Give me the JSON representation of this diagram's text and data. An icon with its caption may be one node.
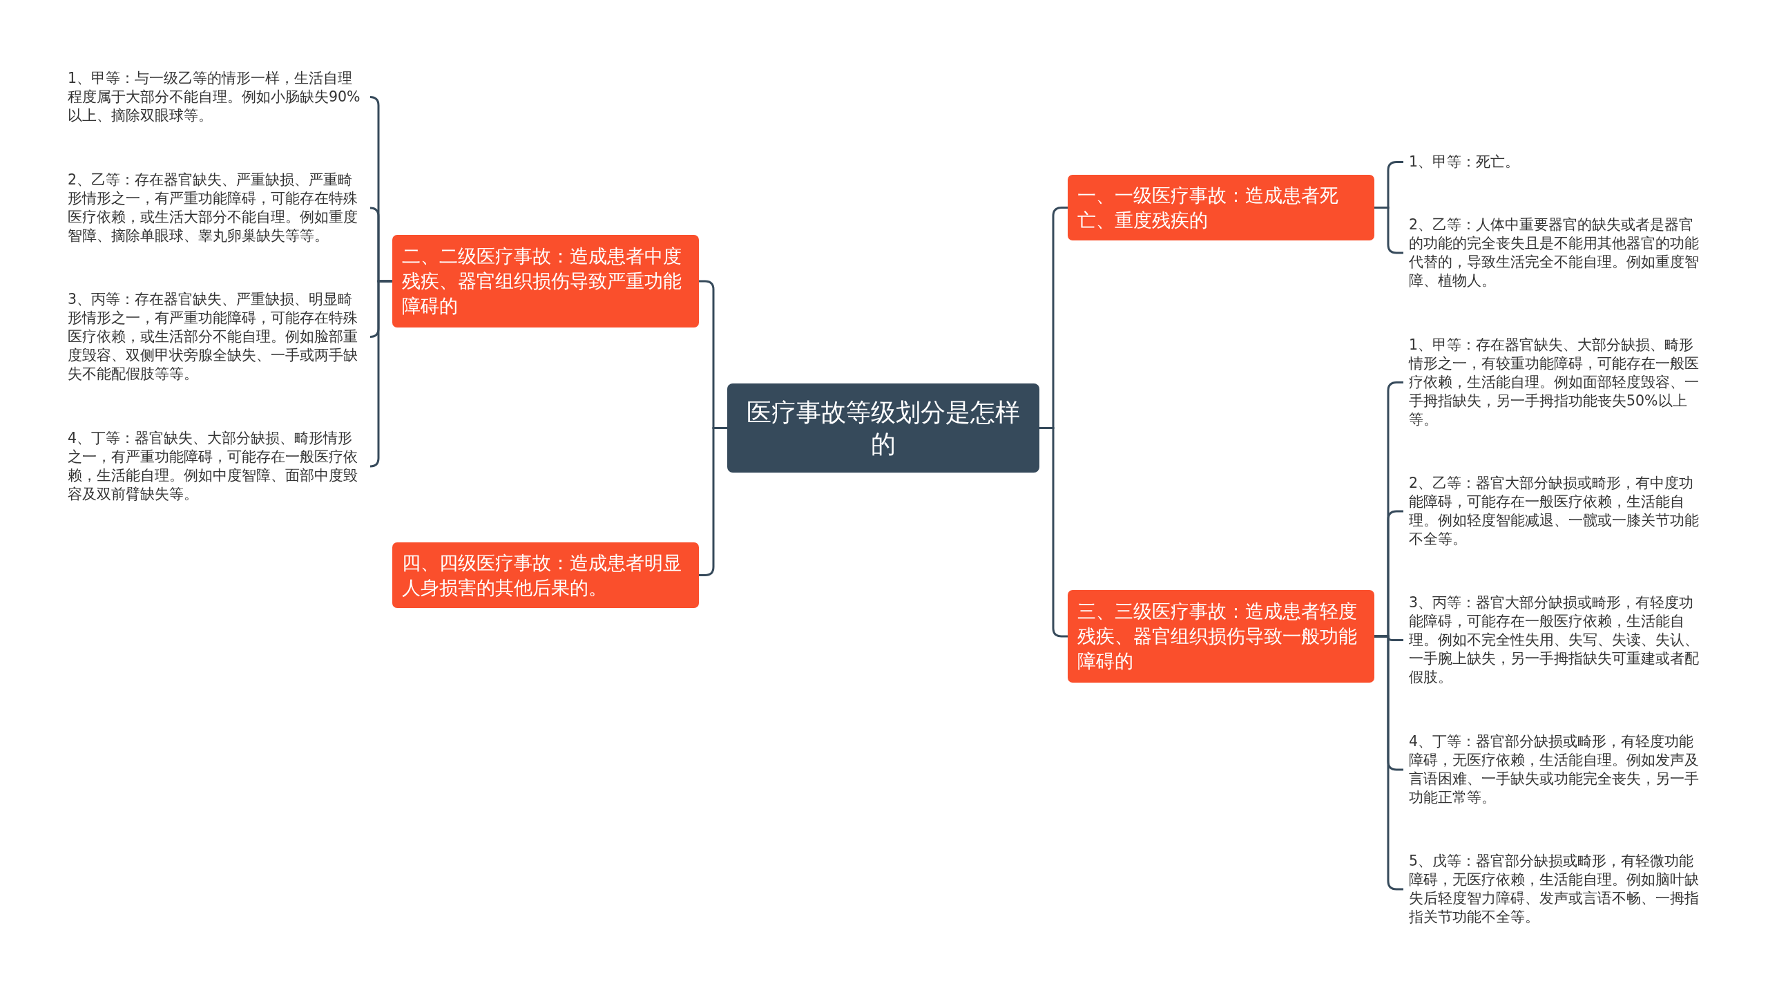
{
  "diagram": {
    "nodes": [
      {
        "text": [
          "医疗事故等级划分是怎样的"
        ]
      },
      {
        "text": [
          "一、一级医疗事故：造成患者死亡、重度残疾的"
        ]
      },
      {
        "text": [
          "1、甲等：死亡。"
        ]
      },
      {
        "text": [
          "2、乙等：人体中重要器官的缺失或者是器官的功能的完全丧失且是不能用其他器官的功能代替的，导致生活完全不能自理。例如重度智障、植物人。"
        ]
      },
      {
        "text": [
          "三、三级医疗事故：造成患者轻度残疾、器官组织损伤导致一般功能障碍的"
        ]
      },
      {
        "text": [
          "1、甲等：存在器官缺失、大部分缺损、畸形情形之一，有较重功能障碍，可能存在一般医疗依赖，生活能自理。例如面部轻度毁容、一手拇指缺失，另一手拇指功能丧失50%以上等。"
        ]
      },
      {
        "text": [
          "2、乙等：器官大部分缺损或畸形，有中度功能障碍，可能存在一般医疗依赖，生活能自理。例如轻度智能减退、一髋或一膝关节功能不全等。"
        ]
      },
      {
        "text": [
          "3、丙等：器官大部分缺损或畸形，有轻度功能障碍，可能存在一般医疗依赖，生活能自理。例如不完全性失用、失写、失读、失认、一手腕上缺失，另一手拇指缺失可重建或者配假肢。"
        ]
      },
      {
        "text": [
          "4、丁等：器官部分缺损或畸形，有轻度功能障碍，无医疗依赖，生活能自理。例如发声及言语困难、一手缺失或功能完全丧失，另一手功能正常等。"
        ]
      },
      {
        "text": [
          "5、戊等：器官部分缺损或畸形，有轻微功能障碍，无医疗依赖，生活能自理。例如脑叶缺失后轻度智力障碍、发声或言语不畅、一拇指指关节功能不全等。"
        ]
      },
      {
        "text": [
          "二、二级医疗事故：造成患者中度残疾、器官组织损伤导致严重功能障碍的"
        ]
      },
      {
        "text": [
          "1、甲等：与一级乙等的情形一样，生活自理程度属于大部分不能自理。例如小肠缺失90%以上、摘除双眼球等。"
        ]
      },
      {
        "text": [
          "2、乙等：存在器官缺失、严重缺损、严重畸形情形之一，有严重功能障碍，可能存在特殊医疗依赖，或生活大部分不能自理。例如重度智障、摘除单眼球、睾丸卵巢缺失等等。"
        ]
      },
      {
        "text": [
          "3、丙等：存在器官缺失、严重缺损、明显畸形情形之一，有严重功能障碍，可能存在特殊医疗依赖，或生活部分不能自理。例如脸部重度毁容、双侧甲状旁腺全缺失、一手或两手缺失不能配假肢等等。"
        ]
      },
      {
        "text": [
          "4、丁等：器官缺失、大部分缺损、畸形情形之一，有严重功能障碍，可能存在一般医疗依赖，生活能自理。例如中度智障、面部中度毁容及双前臂缺失等。"
        ]
      },
      {
        "text": [
          "四、四级医疗事故：造成患者明显人身损害的其他后果的。"
        ]
      }
    ],
    "edges": [
      {
        "from": 0,
        "to": 1,
        "arrow": "none"
      },
      {
        "from": 1,
        "to": 2,
        "arrow": "none"
      },
      {
        "from": 1,
        "to": 3,
        "arrow": "none"
      },
      {
        "from": 0,
        "to": 4,
        "arrow": "none"
      },
      {
        "from": 4,
        "to": 5,
        "arrow": "none"
      },
      {
        "from": 4,
        "to": 6,
        "arrow": "none"
      },
      {
        "from": 4,
        "to": 7,
        "arrow": "none"
      },
      {
        "from": 4,
        "to": 8,
        "arrow": "none"
      },
      {
        "from": 4,
        "to": 9,
        "arrow": "none"
      },
      {
        "from": 0,
        "to": 10,
        "arrow": "none"
      },
      {
        "from": 10,
        "to": 11,
        "arrow": "none"
      },
      {
        "from": 10,
        "to": 12,
        "arrow": "none"
      },
      {
        "from": 10,
        "to": 13,
        "arrow": "none"
      },
      {
        "from": 10,
        "to": 14,
        "arrow": "none"
      },
      {
        "from": 0,
        "to": 15,
        "arrow": "none"
      }
    ]
  }
}
